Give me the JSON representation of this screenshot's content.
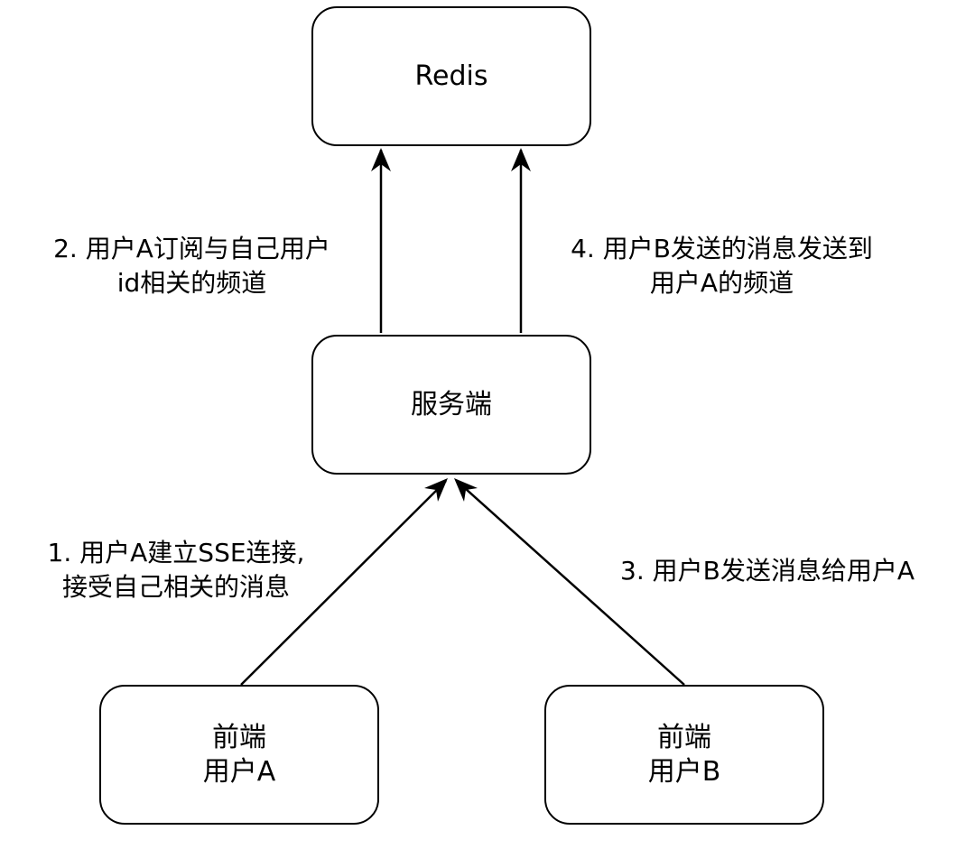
{
  "nodes": {
    "redis": {
      "label": "Redis"
    },
    "server": {
      "label": "服务端"
    },
    "frontend_a": {
      "line1": "前端",
      "line2": "用户A"
    },
    "frontend_b": {
      "line1": "前端",
      "line2": "用户B"
    }
  },
  "edges": {
    "step_2": {
      "line1": "2. 用户A订阅与自己用户",
      "line2": "id相关的频道"
    },
    "step_4": {
      "line1": "4. 用户B发送的消息发送到",
      "line2": "用户A的频道"
    },
    "step_1": {
      "line1": "1. 用户A建立SSE连接,",
      "line2": "接受自己相关的消息"
    },
    "step_3": {
      "line1": "3. 用户B发送消息给用户A"
    }
  },
  "colors": {
    "stroke": "#000000",
    "background": "#ffffff"
  }
}
